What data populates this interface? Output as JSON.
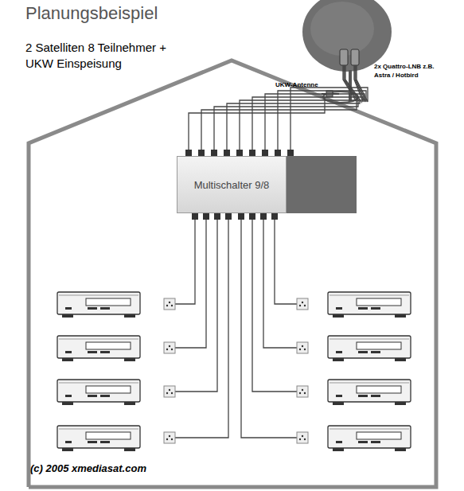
{
  "diagram": {
    "title": "Planungsbeispiel",
    "nodes": [
      {
        "text": [
          "Multischalter 9/8"
        ]
      }
    ],
    "labels": [
      "2 Satelliten 8 Teilnehmer + UKW Einspeisung",
      "UKW-Antenne",
      "2x Quattro-LNB z.B. Astra / Hotbird",
      "(c) 2005 xmediasat.com"
    ]
  }
}
